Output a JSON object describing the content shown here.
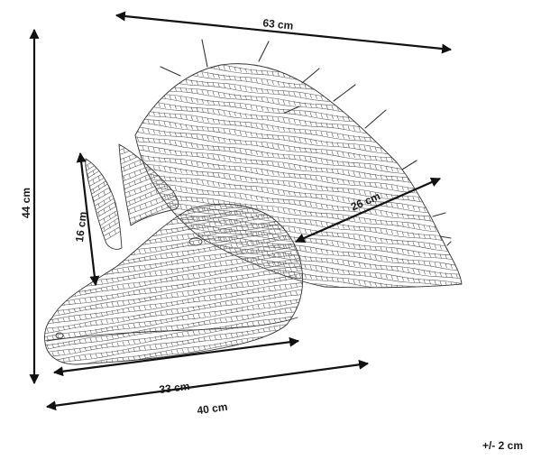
{
  "dimensions": {
    "total_length": "63 cm",
    "total_height": "44 cm",
    "horn_height": "16 cm",
    "frill_depth": "26 cm",
    "head_length": "33 cm",
    "base_length": "40 cm"
  },
  "tolerance_note": "+/- 2 cm",
  "colors": {
    "line": "#333333",
    "dimension": "#111111",
    "background": "#ffffff"
  },
  "icons": {
    "arrowheads": "arrowhead-icon"
  }
}
